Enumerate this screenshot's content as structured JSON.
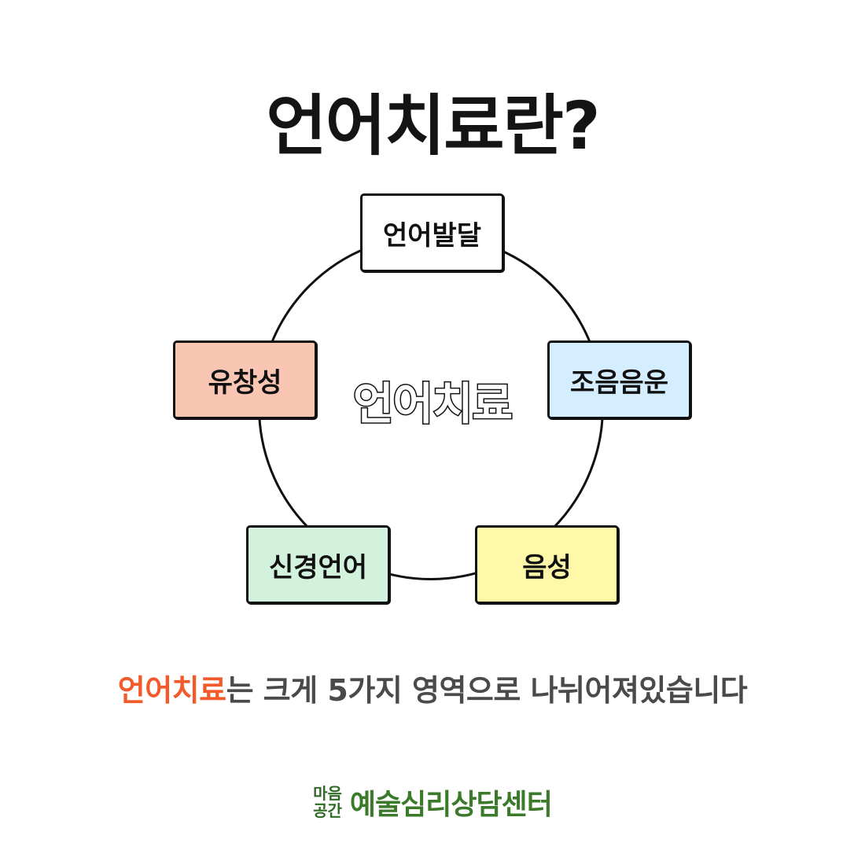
{
  "title": "언어치료란?",
  "diagram": {
    "center": "언어치료",
    "nodes": {
      "top": "언어발달",
      "right": "조음음운",
      "left": "유창성",
      "bottom_left": "신경언어",
      "bottom_right": "음성"
    },
    "colors": {
      "top": "#ffffff",
      "right": "#d4eeff",
      "left": "#f9c6b4",
      "bottom_left": "#d3f2dd",
      "bottom_right": "#fff8a8"
    }
  },
  "caption": {
    "highlight": "언어치료",
    "rest": "는 크게 5가지 영역으로 나뉘어져있습니다",
    "highlight_color": "#f25a2c"
  },
  "brand": {
    "logo_top": "마음",
    "logo_bottom": "공간",
    "name": "예술심리상담센터",
    "color": "#3b7a2a"
  }
}
